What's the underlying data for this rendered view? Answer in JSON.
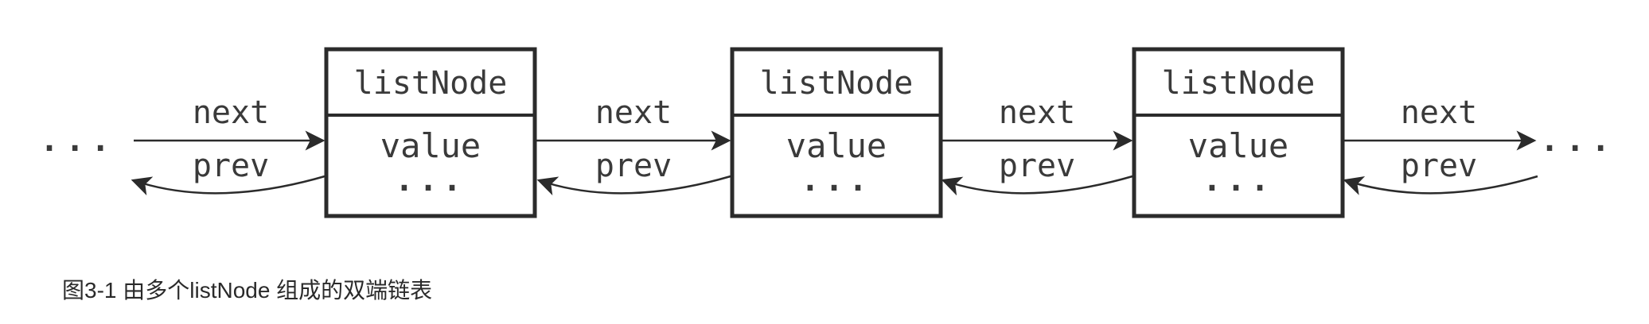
{
  "diagram": {
    "leading_ellipsis": "...",
    "trailing_ellipsis": "...",
    "nodes": [
      {
        "title": "listNode",
        "value": "value",
        "more": "..."
      },
      {
        "title": "listNode",
        "value": "value",
        "more": "..."
      },
      {
        "title": "listNode",
        "value": "value",
        "more": "..."
      }
    ],
    "links": [
      {
        "next_label": "next",
        "prev_label": "prev"
      },
      {
        "next_label": "next",
        "prev_label": "prev"
      },
      {
        "next_label": "next",
        "prev_label": "prev"
      },
      {
        "next_label": "next",
        "prev_label": "prev"
      }
    ],
    "stroke_color": "#2b2b2b"
  },
  "caption": "图3-1 由多个listNode 组成的双端链表"
}
